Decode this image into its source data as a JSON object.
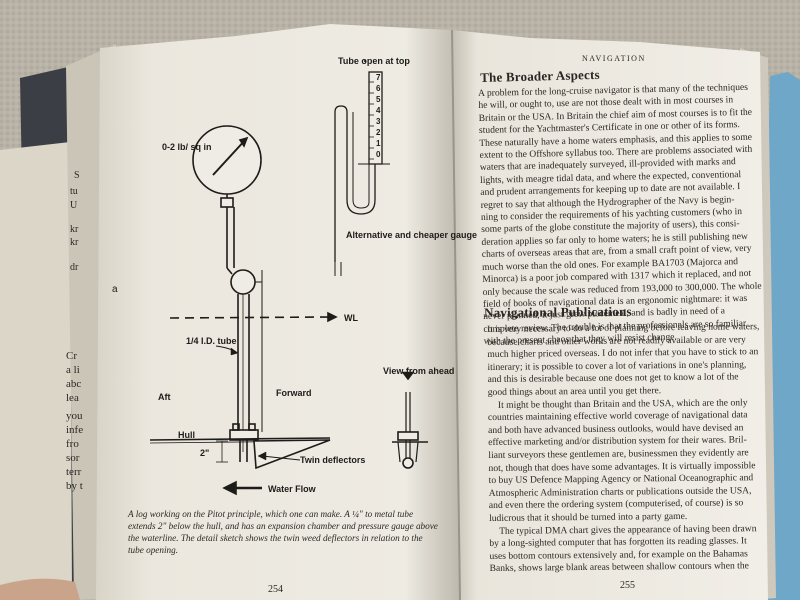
{
  "left_page": {
    "diagram_labels": {
      "tube_open": "Tube open at top",
      "gauge": "0-2 lb/ sq in",
      "alt_gauge": "Alternative and cheaper gauge",
      "wl": "WL",
      "tube_id": "1/4 I.D. tube",
      "aft": "Aft",
      "forward": "Forward",
      "view_ahead": "View from ahead",
      "hull": "Hull",
      "twin": "Twin deflectors",
      "water_flow": "Water Flow",
      "two_in": "2\"",
      "margin_a": "a",
      "scale": [
        "7",
        "6",
        "5",
        "4",
        "3",
        "2",
        "1",
        "0"
      ]
    },
    "caption_lines": [
      "A log working on the Pitot principle, which one can make. A ¼\" to metal tube",
      "extends 2\" below the hull, and has an expansion chamber and pressure gauge above",
      "the waterline. The detail sketch shows the twin weed deflectors in relation to the",
      "tube opening."
    ],
    "page_number": "254"
  },
  "right_page": {
    "running_head": "NAVIGATION",
    "section1_title": "The Broader Aspects",
    "section1_lines": [
      "A problem for the long-cruise navigator is that many of the techniques",
      "he will, or ought to, use are not those dealt with in most courses in",
      "Britain or the USA. In Britain the chief aim of most courses is to fit the",
      "student for the Yachtmaster's Certificate in one or other of its forms.",
      "These naturally have a home waters emphasis, and this applies to some",
      "extent to the Offshore syllabus too. There are problems associated with",
      "waters that are inadequately surveyed, ill-provided with marks and",
      "lights, with meagre tidal data, and where the expected, conventional",
      "and prudent arrangements for keeping up to date are not available. I",
      "regret to say that although the Hydrographer of the Navy is begin-",
      "ning to consider the requirements of his yachting customers (who in",
      "some parts of the globe constitute the majority of users), this consi-",
      "deration applies so far only to home waters; he is still publishing new",
      "charts of overseas areas that are, from a small craft point of view, very",
      "much worse than the old ones. For example BA1703 (Majorca and",
      "Minorca) is a poor job compared with 1317 which it replaced, and not",
      "only because the scale was reduced from 193,000 to 300,000. The whole",
      "field of books of navigational data is an ergonomic nightmare: it was",
      "never planned, it just grew piecemeal, and is badly in need of a",
      "complete review. The trouble is that the professionals are so familiar",
      "with the present chaos that they will resist change."
    ],
    "section2_title": "Navigational Publications",
    "section2_lines": [
      "It is very necessary to do a lot of planning before leaving home waters,",
      "because charts and other works are not readily available or are very",
      "much higher priced overseas. I do not infer that you have to stick to an",
      "itinerary; it is possible to cover a lot of variations in one's planning,",
      "and this is desirable because one does not get to know a lot of the",
      "good things about an area until you get there.",
      "It might be thought than Britain and the USA, which are the only",
      "countries maintaining effective world coverage of navigational data",
      "and both have advanced business outlooks, would have devised an",
      "effective marketing and/or distribution system for their wares. Bril-",
      "liant surveyors these gentlemen are, businessmen they evidently are",
      "not, though that does have some advantages. It is virtually impossible",
      "to buy US Defence Mapping Agency or National Oceanographic and",
      "Atmospheric Administration charts or publications outside the USA,",
      "and even there the ordering system (computerised, of course) is so",
      "ludicrous that it should be turned into a party game.",
      "The typical DMA chart gives the appearance of having been drawn",
      "by a long-sighted computer that has forgotten its reading glasses. It",
      "uses bottom contours extensively and, for example on the Bahamas",
      "Banks, shows large blank areas between shallow contours when the"
    ],
    "page_number": "255"
  },
  "side_book_fragments": [
    "S",
    "tu",
    "U",
    "kr",
    "kr",
    "dr",
    "Cr",
    "a li",
    "abc",
    "lea",
    "you",
    "infe",
    "fro",
    "sor",
    "terr",
    "by t"
  ]
}
